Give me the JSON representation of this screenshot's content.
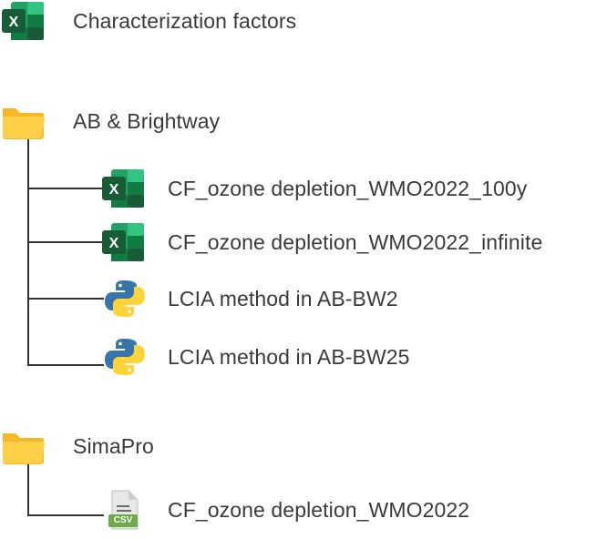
{
  "root_file": {
    "label": "Characterization factors",
    "icon": "excel-icon"
  },
  "groups": [
    {
      "label": "AB & Brightway",
      "icon": "folder-icon",
      "children": [
        {
          "label": "CF_ozone depletion_WMO2022_100y",
          "icon": "excel-icon"
        },
        {
          "label": "CF_ozone depletion_WMO2022_infinite",
          "icon": "excel-icon"
        },
        {
          "label": "LCIA method in AB-BW2",
          "icon": "python-icon"
        },
        {
          "label": "LCIA method in AB-BW25",
          "icon": "python-icon"
        }
      ]
    },
    {
      "label": "SimaPro",
      "icon": "folder-icon",
      "children": [
        {
          "label": "CF_ozone depletion_WMO2022",
          "icon": "csv-file-icon",
          "badge": "CSV"
        }
      ]
    }
  ],
  "colors": {
    "excel_dark": "#185C37",
    "excel_mid": "#21A366",
    "excel_light": "#33C481",
    "folder": "#F6B824",
    "folder_front": "#FFCF48",
    "python_blue": "#3776AB",
    "python_yellow": "#FFD43B",
    "csv_green": "#6EAA4A",
    "line": "#333333"
  }
}
